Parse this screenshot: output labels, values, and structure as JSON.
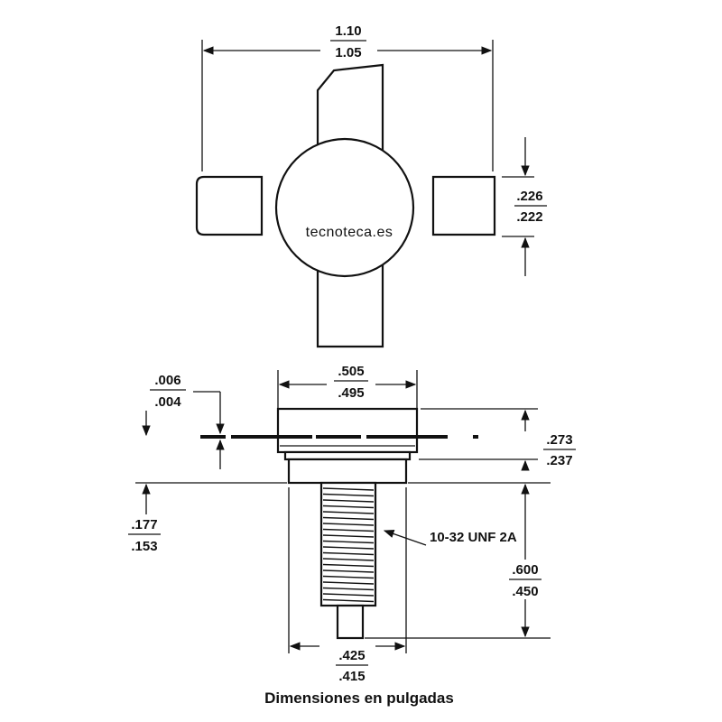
{
  "watermark": "tecnoteca.es",
  "caption": "Dimensiones en pulgadas",
  "top_view": {
    "width": {
      "max": "1.10",
      "min": "1.05"
    },
    "lead_width": {
      "max": ".226",
      "min": ".222"
    }
  },
  "side_view": {
    "flange_diameter": {
      "max": ".505",
      "min": ".495"
    },
    "lead_thickness": {
      "max": ".006",
      "min": ".004"
    },
    "body_height": {
      "max": ".273",
      "min": ".237"
    },
    "seat_to_lead": {
      "max": ".177",
      "min": ".153"
    },
    "thread_spec": "10-32 UNF 2A",
    "stud_length": {
      "max": ".600",
      "min": ".450"
    },
    "hex_width": {
      "max": ".425",
      "min": ".415"
    }
  }
}
